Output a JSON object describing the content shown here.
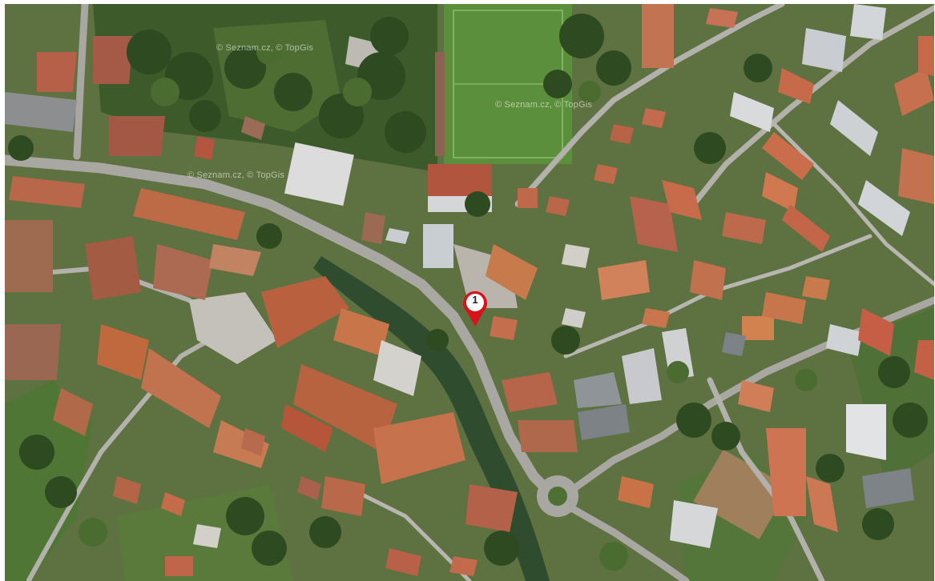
{
  "map": {
    "type": "satellite",
    "attribution_text": "© Seznam.cz, © TopGis",
    "colors": {
      "background": "#5b6d3c",
      "grass": "#6f8a45",
      "tree_dark": "#2f4a22",
      "tree_mid": "#3f5f2b",
      "road": "#a9a7a2",
      "road_light": "#cfcdc7",
      "roof_red": "#b65a3f",
      "roof_orange": "#c9784e",
      "roof_gray": "#8f9498",
      "roof_white": "#d9dbdc",
      "water": "#3e5a35",
      "pitch": "#5f8f3e",
      "marker_red": "#d7121c",
      "marker_fill": "#ffffff"
    }
  },
  "markers": [
    {
      "label": "1",
      "name": "location-marker"
    }
  ]
}
